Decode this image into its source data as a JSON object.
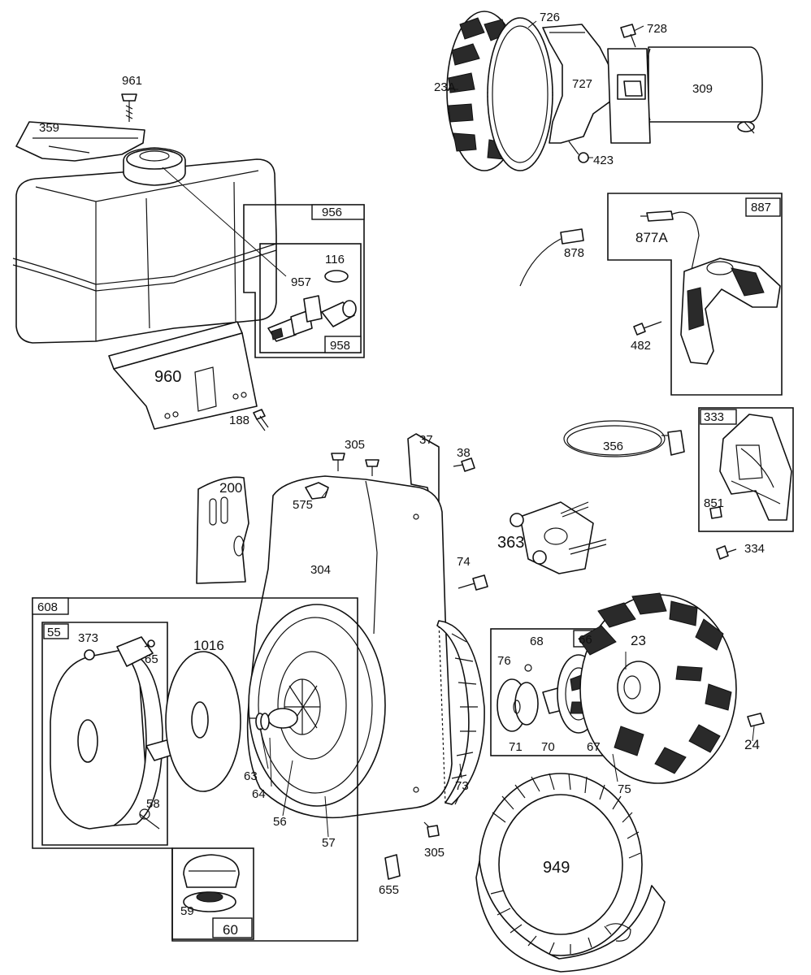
{
  "diagram": {
    "callouts": {
      "p961": "961",
      "p359": "359",
      "p956": "956",
      "p957": "957",
      "p116": "116",
      "p958": "958",
      "p960": "960",
      "p188": "188",
      "p726": "726",
      "p728": "728",
      "p23A": "23A",
      "p727": "727",
      "p309": "309",
      "p423": "423",
      "p887": "887",
      "p877A": "877A",
      "p878": "878",
      "p482": "482",
      "p333": "333",
      "p356": "356",
      "p851": "851",
      "p334": "334",
      "p305a": "305",
      "p37": "37",
      "p38": "38",
      "p575": "575",
      "p200": "200",
      "p304": "304",
      "p363": "363",
      "p74": "74",
      "p608": "608",
      "p55": "55",
      "p373": "373",
      "p65": "65",
      "p1016": "1016",
      "p63": "63",
      "p64": "64",
      "p56": "56",
      "p57": "57",
      "p58": "58",
      "p59": "59",
      "p60": "60",
      "p73": "73",
      "p305b": "305",
      "p655": "655",
      "p66": "66",
      "p68": "68",
      "p76": "76",
      "p71": "71",
      "p70": "70",
      "p67": "67",
      "p23": "23",
      "p24": "24",
      "p75": "75",
      "p949": "949"
    }
  }
}
